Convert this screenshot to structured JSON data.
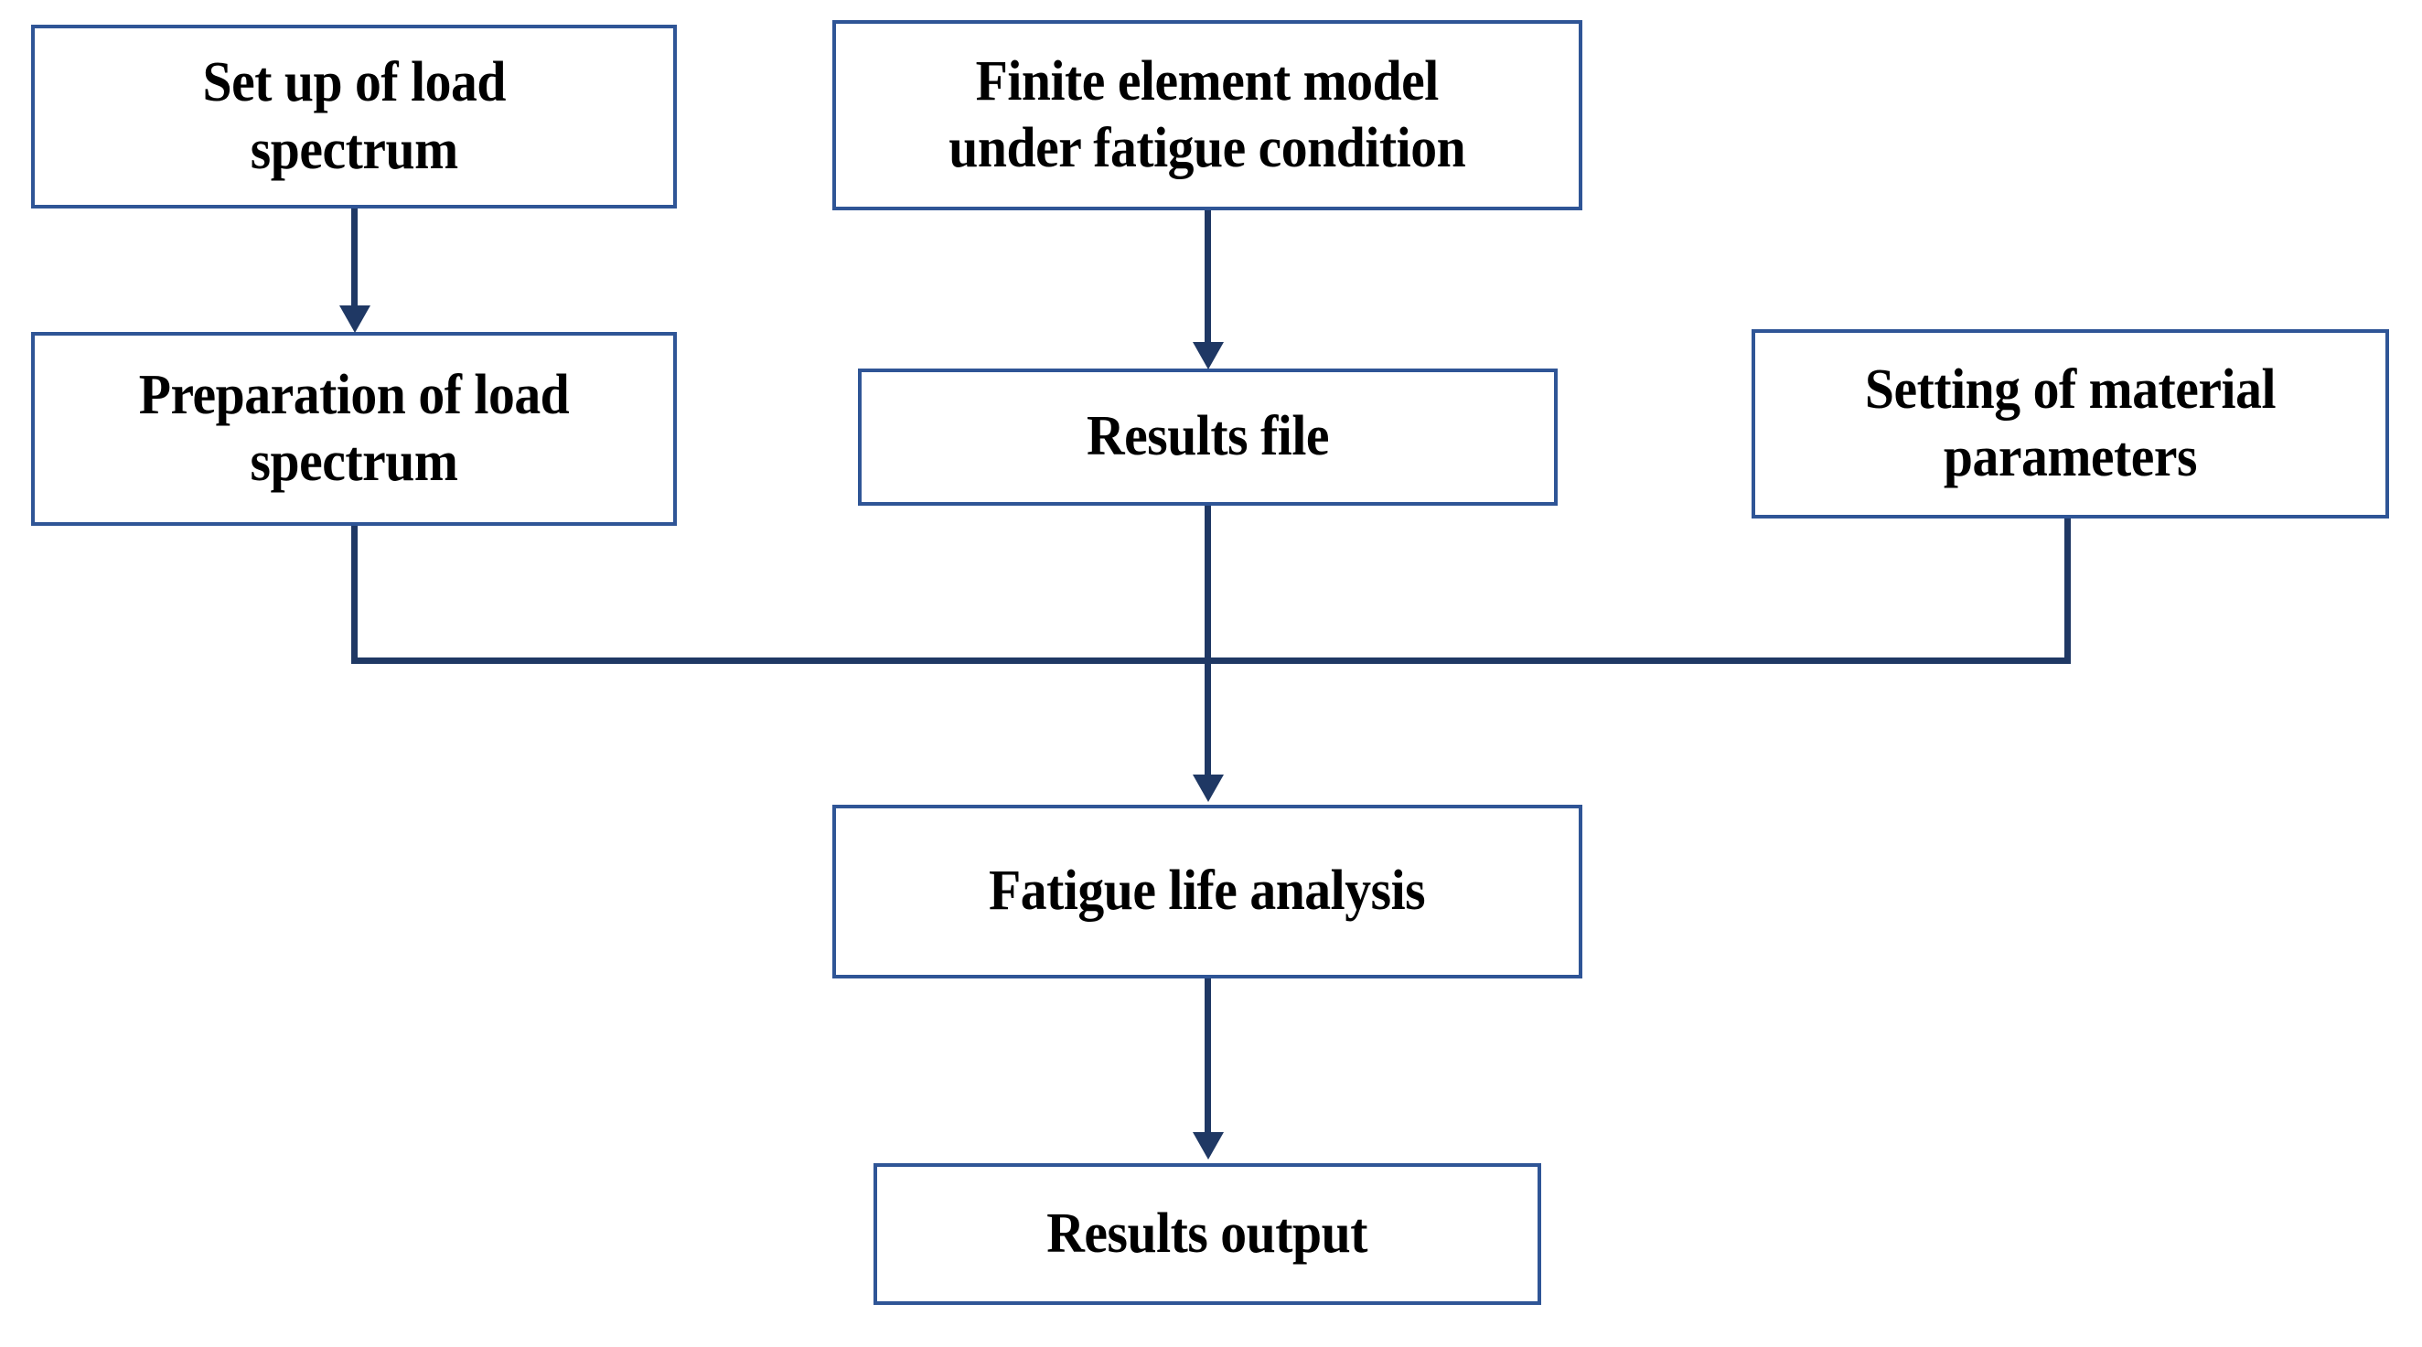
{
  "diagram": {
    "title": "Fatigue life analysis workflow flowchart",
    "colors": {
      "box_border": "#2f5596",
      "connector": "#1f3864",
      "box_fill": "#ffffff",
      "text": "#000000",
      "background": "#ffffff"
    },
    "nodes": [
      {
        "id": "setup-load-spectrum",
        "label": "Set up of load\nspectrum"
      },
      {
        "id": "fe-model-fatigue",
        "label": "Finite element model\nunder fatigue condition"
      },
      {
        "id": "preparation-load-spectrum",
        "label": "Preparation of load\nspectrum"
      },
      {
        "id": "results-file",
        "label": "Results file"
      },
      {
        "id": "setting-material-params",
        "label": "Setting of material\nparameters"
      },
      {
        "id": "fatigue-life-analysis",
        "label": "Fatigue life analysis"
      },
      {
        "id": "results-output",
        "label": "Results output"
      }
    ],
    "edges": [
      {
        "id": "edge-setup-to-preparation",
        "from": "setup-load-spectrum",
        "to": "preparation-load-spectrum",
        "type": "straight-down",
        "arrow": true
      },
      {
        "id": "edge-femodel-to-results",
        "from": "fe-model-fatigue",
        "to": "results-file",
        "type": "straight-down",
        "arrow": true
      },
      {
        "id": "edge-preparation-to-merge",
        "from": "preparation-load-spectrum",
        "to": "merge-bus",
        "type": "down-then-right",
        "arrow": false
      },
      {
        "id": "edge-settings-to-merge",
        "from": "setting-material-params",
        "to": "merge-bus",
        "type": "down-then-left",
        "arrow": false
      },
      {
        "id": "edge-merge-to-fatigue",
        "from": "merge-bus",
        "to": "fatigue-life-analysis",
        "type": "straight-down",
        "arrow": true
      },
      {
        "id": "edge-fatigue-to-output",
        "from": "fatigue-life-analysis",
        "to": "results-output",
        "type": "straight-down",
        "arrow": true
      }
    ]
  }
}
